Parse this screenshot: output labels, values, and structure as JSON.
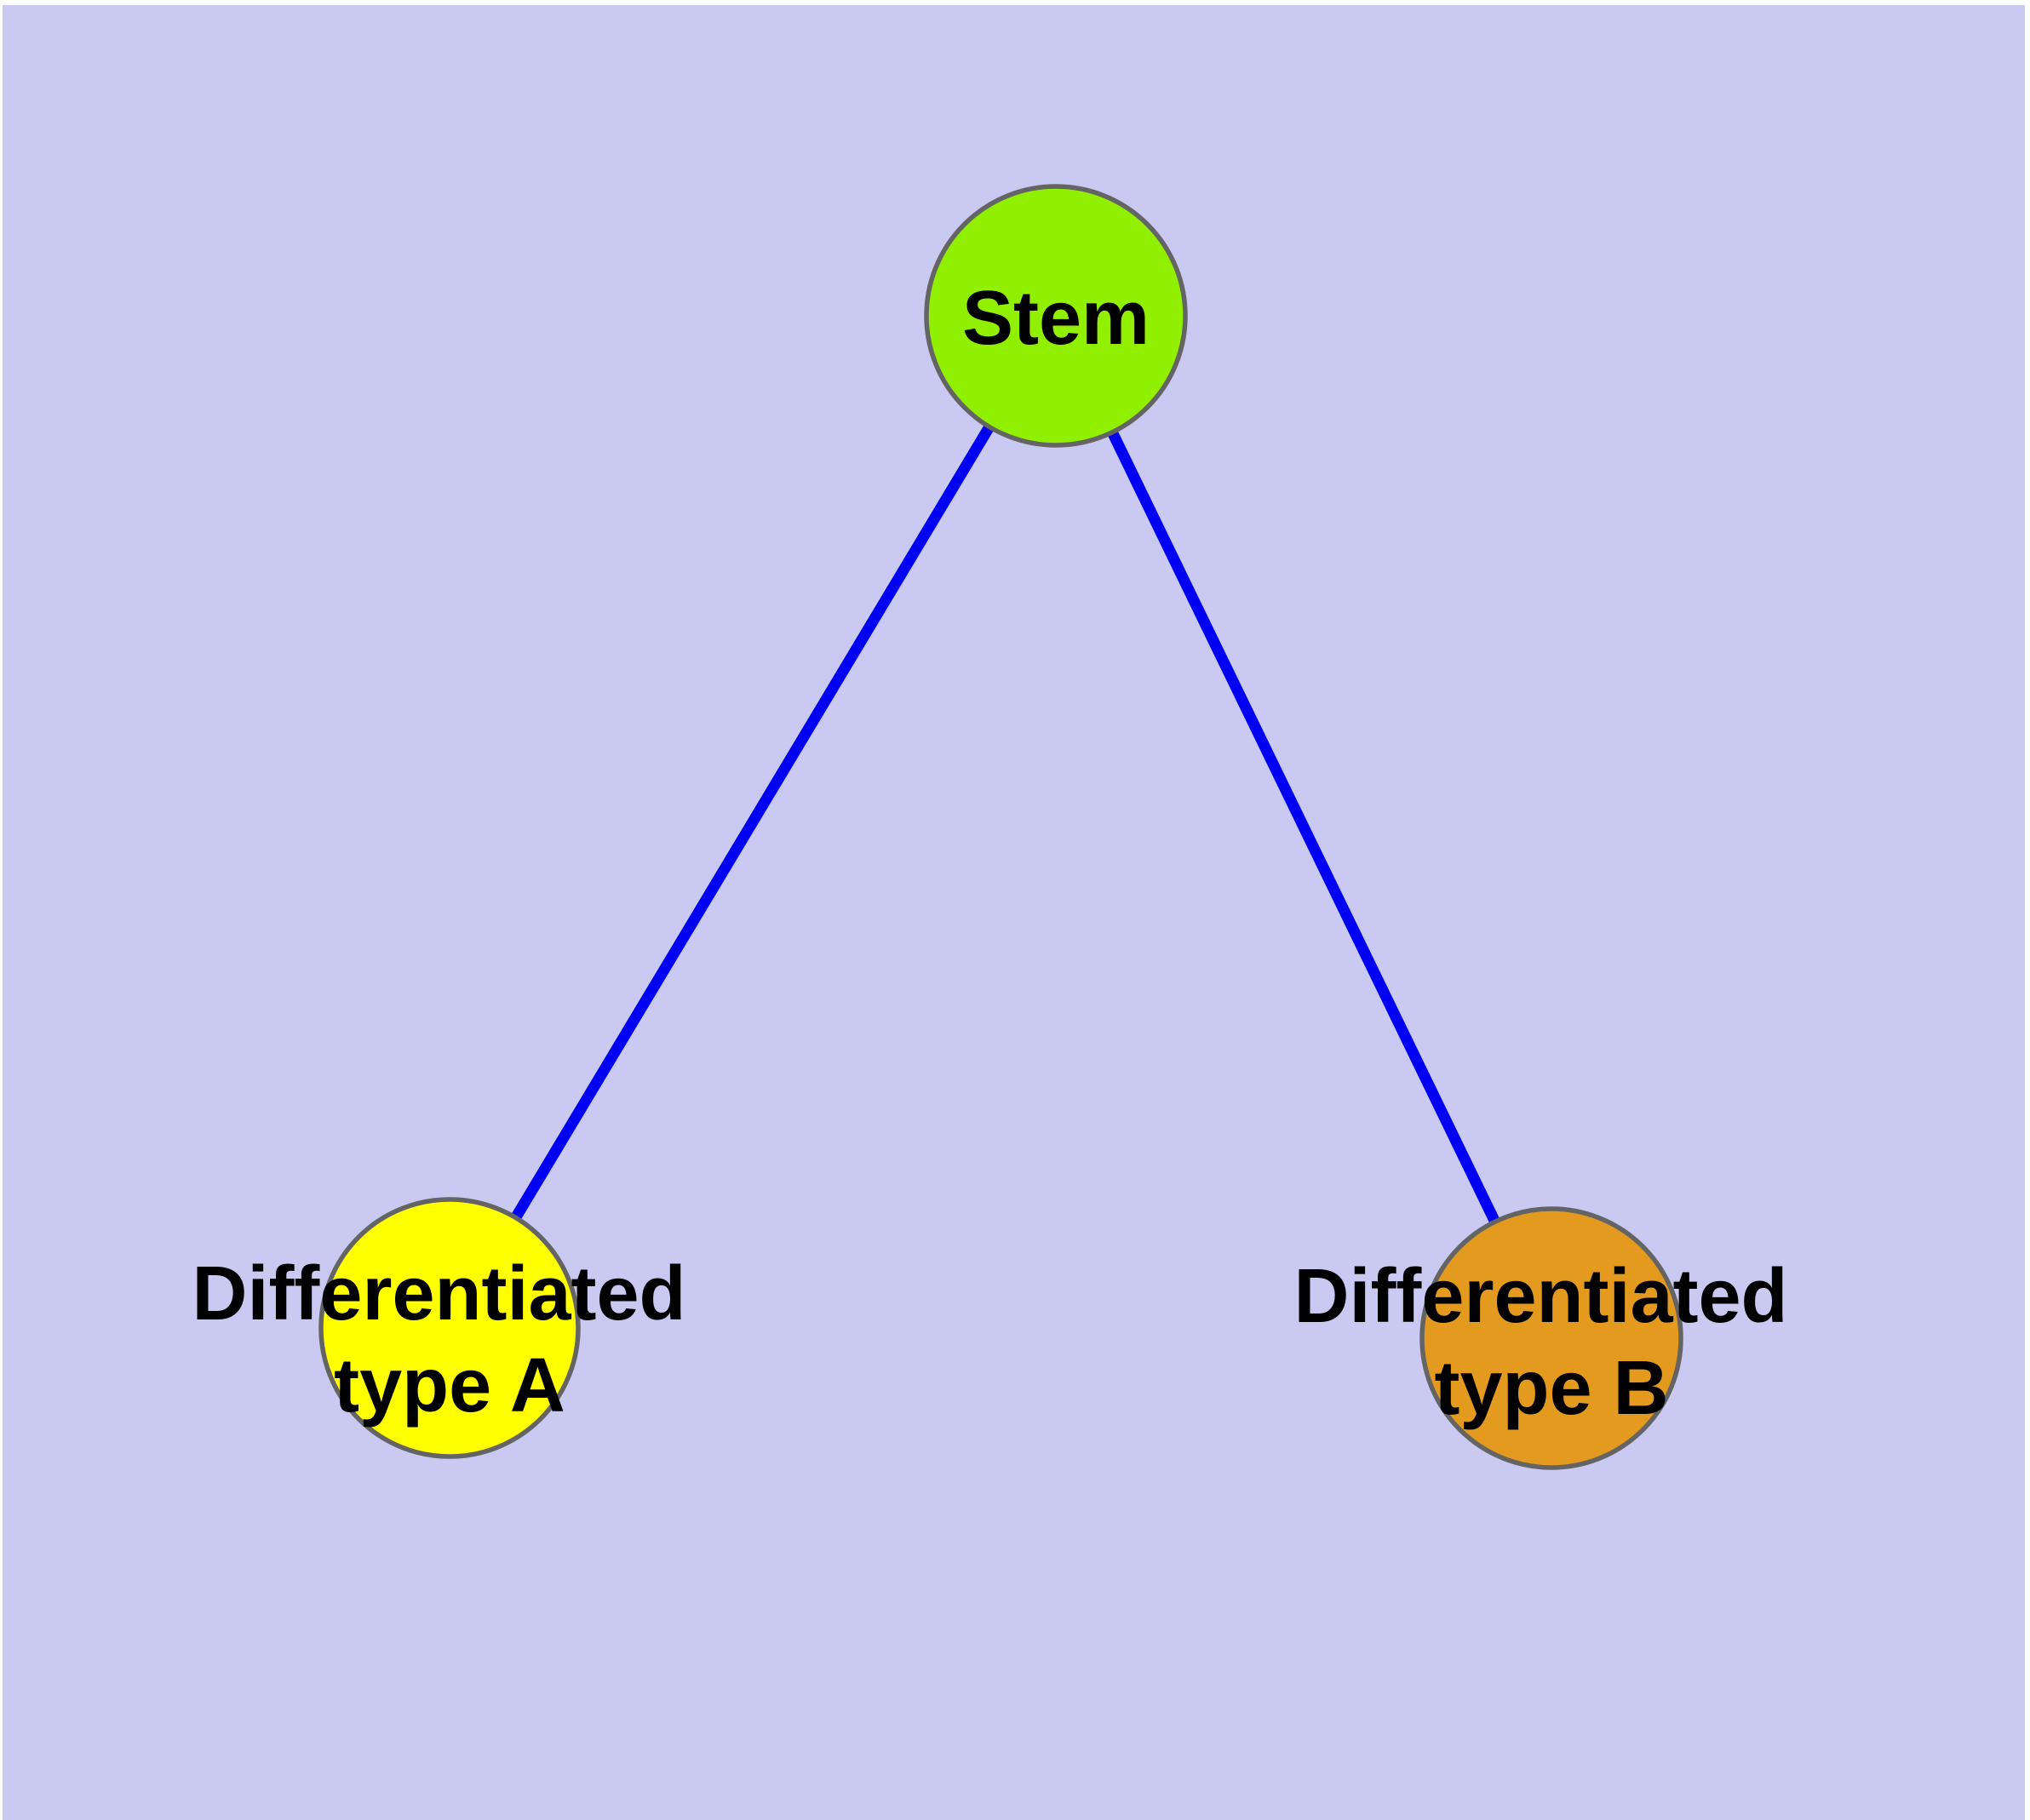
{
  "diagram": {
    "description_nodes_count": "3",
    "colors": {
      "background": "#C9C9F2",
      "page_margin": "#FFFFFF",
      "edge": "#0000F2",
      "node_border": "#646464",
      "label_text": "#000000"
    },
    "nodes": {
      "stem": {
        "label": "Stem",
        "color": "#90F000"
      },
      "type_a": {
        "line1": "Differentiated",
        "line2": "type A",
        "color": "#FFFF00"
      },
      "type_b": {
        "line1": "Differentiated",
        "line2": "type B",
        "color": "#E39A1F"
      }
    },
    "edges": [
      {
        "from": "Stem",
        "to": "Differentiated type A"
      },
      {
        "from": "Stem",
        "to": "Differentiated type B"
      }
    ]
  }
}
